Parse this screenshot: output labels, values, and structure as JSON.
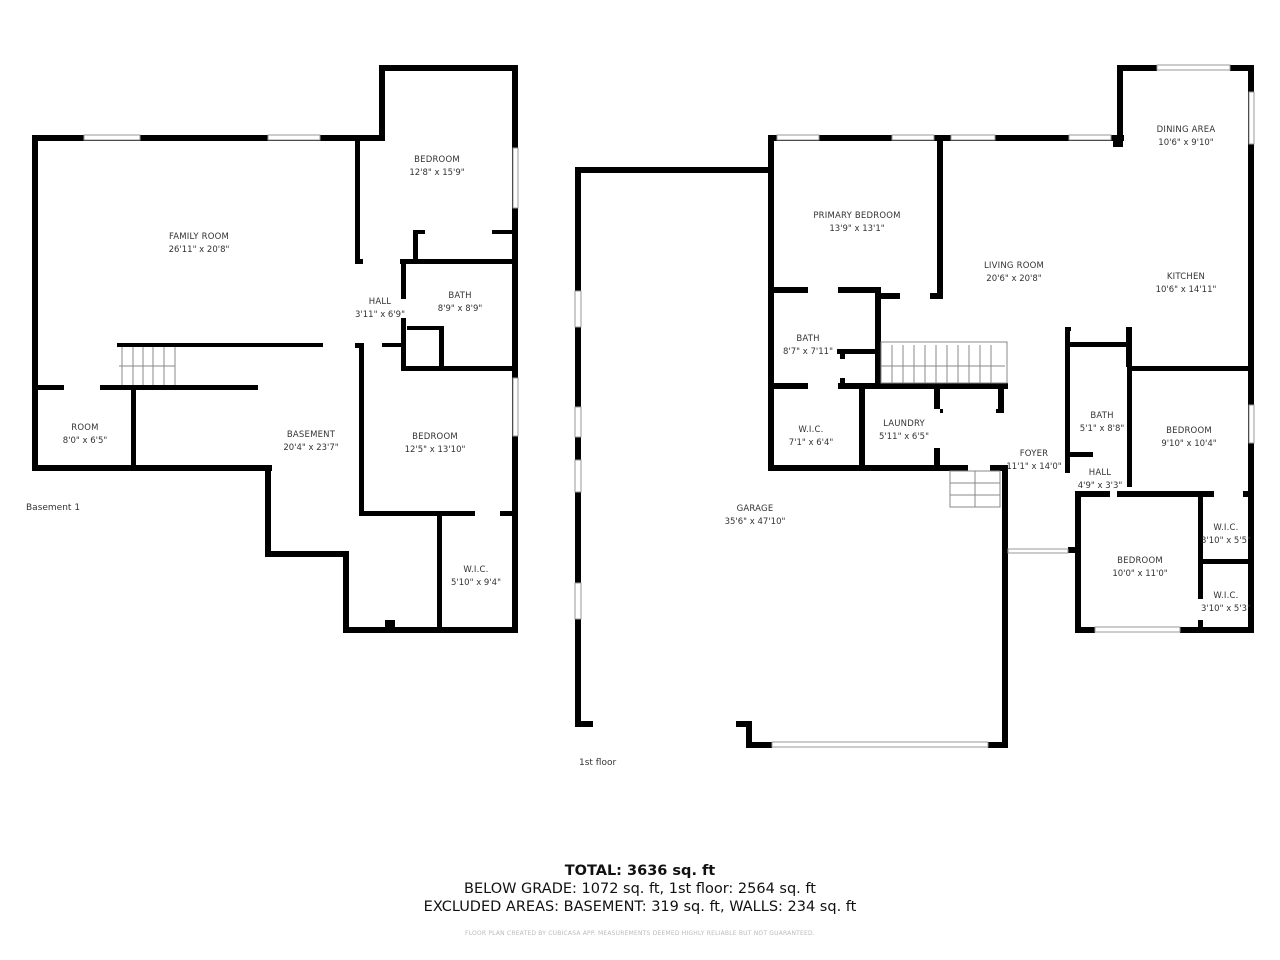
{
  "floors": [
    {
      "label": "Basement 1",
      "rooms": [
        {
          "name": "FAMILY ROOM",
          "dims": "26'11\" x 20'8\""
        },
        {
          "name": "BEDROOM",
          "dims": "12'8\" x 15'9\""
        },
        {
          "name": "HALL",
          "dims": "3'11\" x 6'9\""
        },
        {
          "name": "BATH",
          "dims": "8'9\" x 8'9\""
        },
        {
          "name": "ROOM",
          "dims": "8'0\" x 6'5\""
        },
        {
          "name": "BASEMENT",
          "dims": "20'4\" x 23'7\""
        },
        {
          "name": "BEDROOM",
          "dims": "12'5\" x 13'10\""
        },
        {
          "name": "W.I.C.",
          "dims": "5'10\" x 9'4\""
        }
      ]
    },
    {
      "label": "1st floor",
      "rooms": [
        {
          "name": "GARAGE",
          "dims": "35'6\" x 47'10\""
        },
        {
          "name": "PRIMARY BEDROOM",
          "dims": "13'9\" x 13'1\""
        },
        {
          "name": "LIVING ROOM",
          "dims": "20'6\" x 20'8\""
        },
        {
          "name": "DINING AREA",
          "dims": "10'6\" x 9'10\""
        },
        {
          "name": "KITCHEN",
          "dims": "10'6\" x 14'11\""
        },
        {
          "name": "BATH",
          "dims": "8'7\" x 7'11\""
        },
        {
          "name": "W.I.C.",
          "dims": "7'1\" x 6'4\""
        },
        {
          "name": "LAUNDRY",
          "dims": "5'11\" x 6'5\""
        },
        {
          "name": "FOYER",
          "dims": "11'1\" x 14'0\""
        },
        {
          "name": "BATH",
          "dims": "5'1\" x 8'8\""
        },
        {
          "name": "BEDROOM",
          "dims": "9'10\" x 10'4\""
        },
        {
          "name": "HALL",
          "dims": "4'9\" x 3'3\""
        },
        {
          "name": "BEDROOM",
          "dims": "10'0\" x 11'0\""
        },
        {
          "name": "W.I.C.",
          "dims": "3'10\" x 5'5\""
        },
        {
          "name": "W.I.C.",
          "dims": "3'10\" x 5'3\""
        }
      ]
    }
  ],
  "summary": {
    "total": "TOTAL: 3636 sq. ft",
    "grades": "BELOW GRADE: 1072 sq. ft, 1st floor: 2564 sq. ft",
    "excluded": "EXCLUDED AREAS: BASEMENT: 319 sq. ft, WALLS: 234 sq. ft"
  },
  "credit": "FLOOR PLAN CREATED BY CUBICASA APP. MEASUREMENTS DEEMED HIGHLY RELIABLE BUT NOT GUARANTEED.",
  "colors": {
    "wall": "#000000",
    "text": "#333333",
    "credit": "#bbbbbb",
    "background": "#ffffff"
  }
}
